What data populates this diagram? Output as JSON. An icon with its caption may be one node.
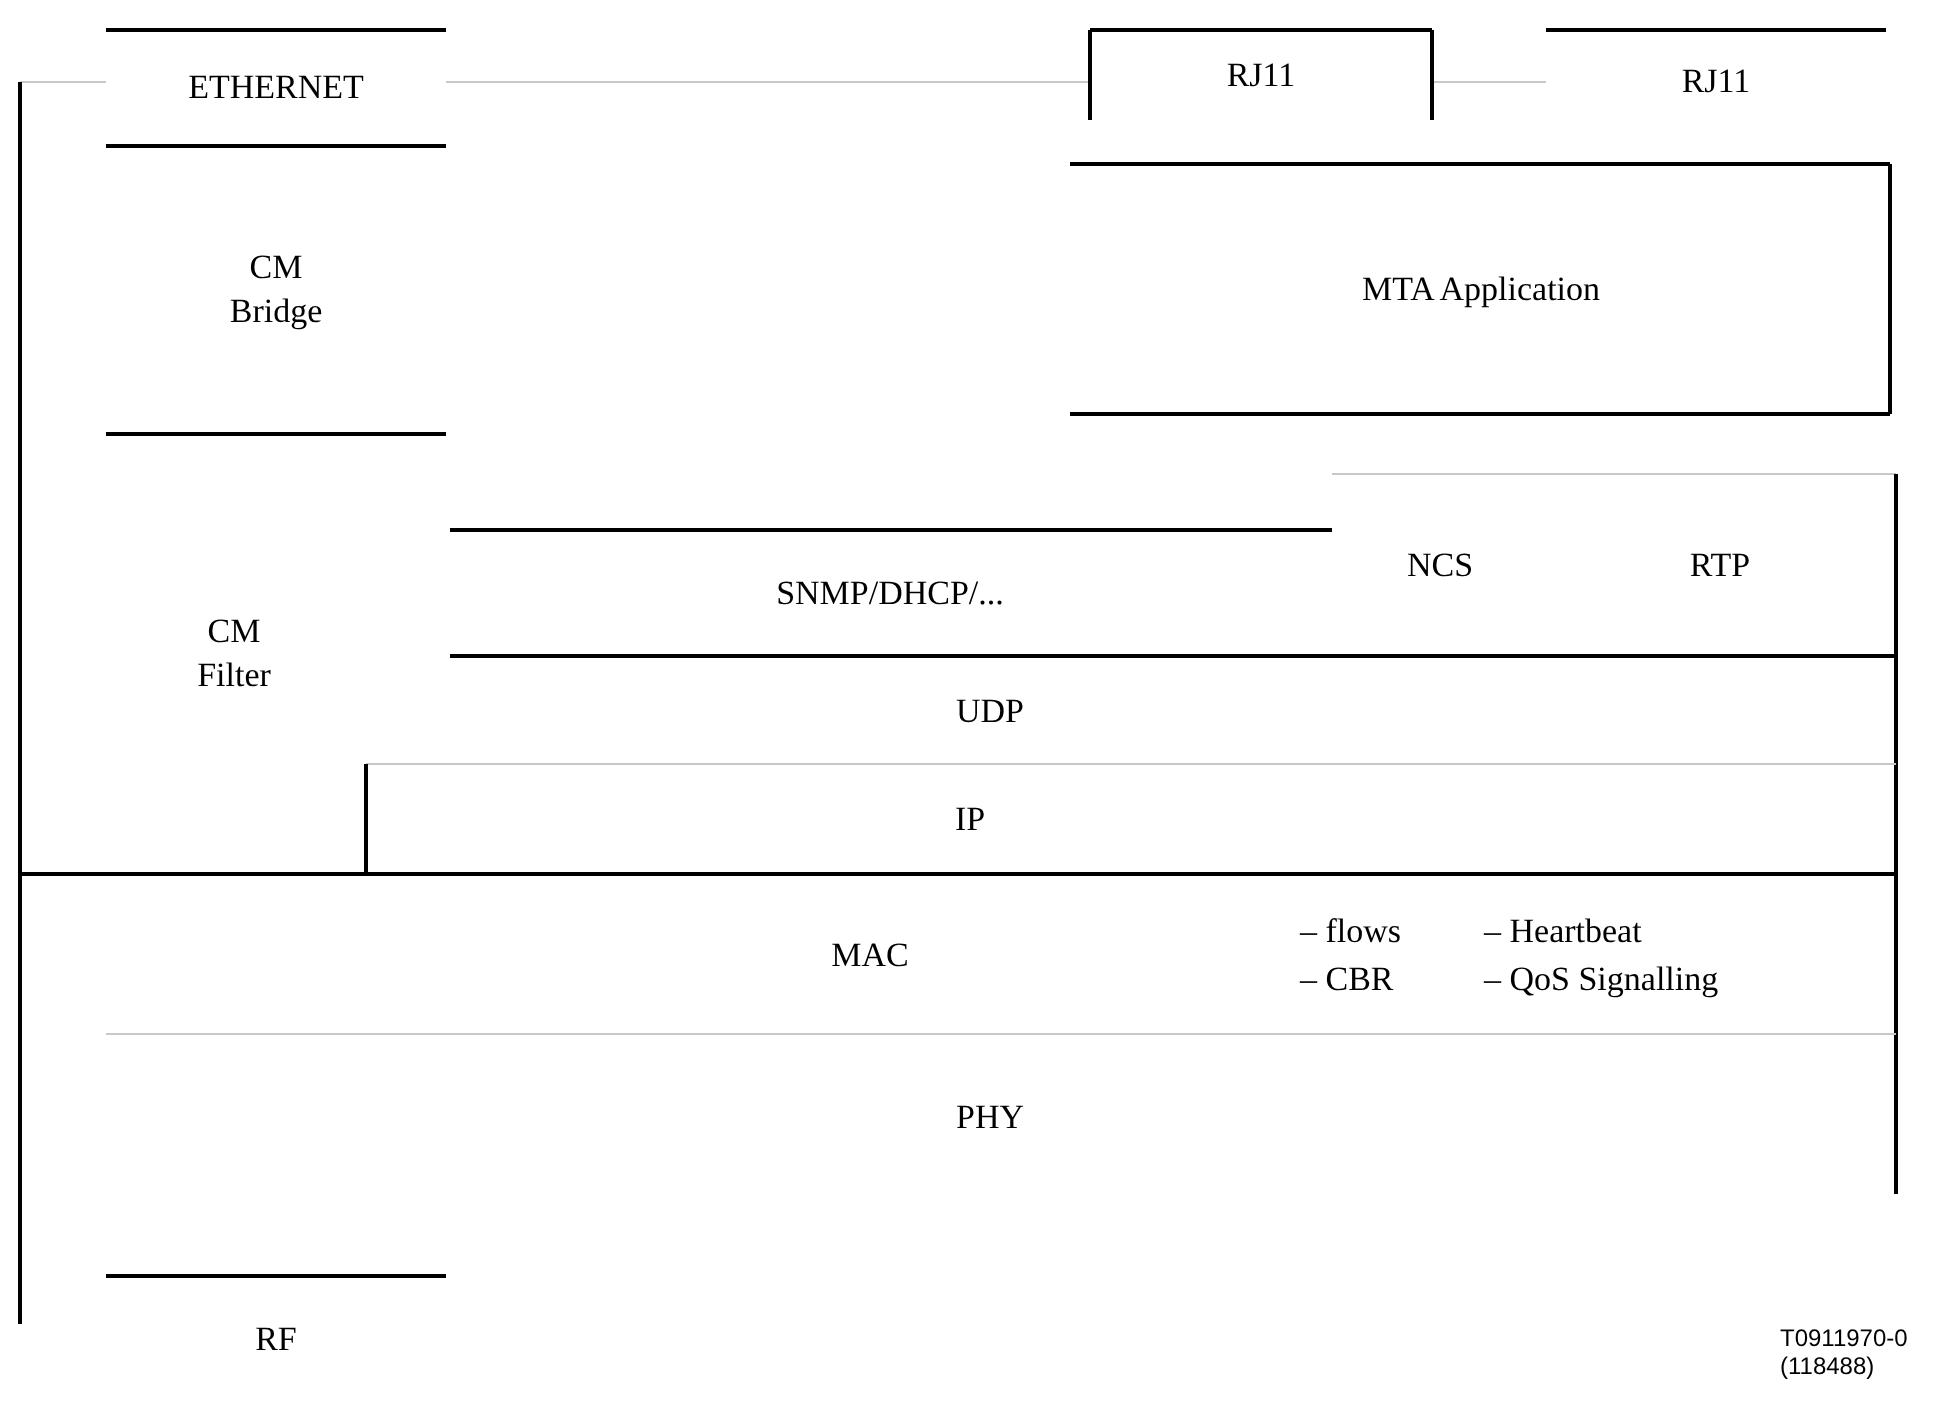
{
  "diagram": {
    "nodes": [
      {
        "text": [
          "ETHERNET"
        ]
      },
      {
        "text": [
          "RJ11"
        ]
      },
      {
        "text": [
          "RJ11"
        ]
      },
      {
        "text": [
          "CM Bridge"
        ]
      },
      {
        "text": [
          "MTA Application"
        ]
      },
      {
        "text": [
          "CM Filter"
        ]
      },
      {
        "text": [
          "SNMP/DHCP/..."
        ]
      },
      {
        "text": [
          "NCS"
        ]
      },
      {
        "text": [
          "RTP"
        ]
      },
      {
        "text": [
          "UDP"
        ]
      },
      {
        "text": [
          "IP"
        ]
      },
      {
        "text": [
          "MAC"
        ]
      },
      {
        "text": [
          "PHY"
        ]
      },
      {
        "text": [
          "RF"
        ]
      }
    ],
    "edges": [],
    "labels": [
      "– flows",
      "– CBR",
      "– Heartbeat",
      "– QoS Signalling",
      "T0911970-0 (118488)"
    ]
  }
}
